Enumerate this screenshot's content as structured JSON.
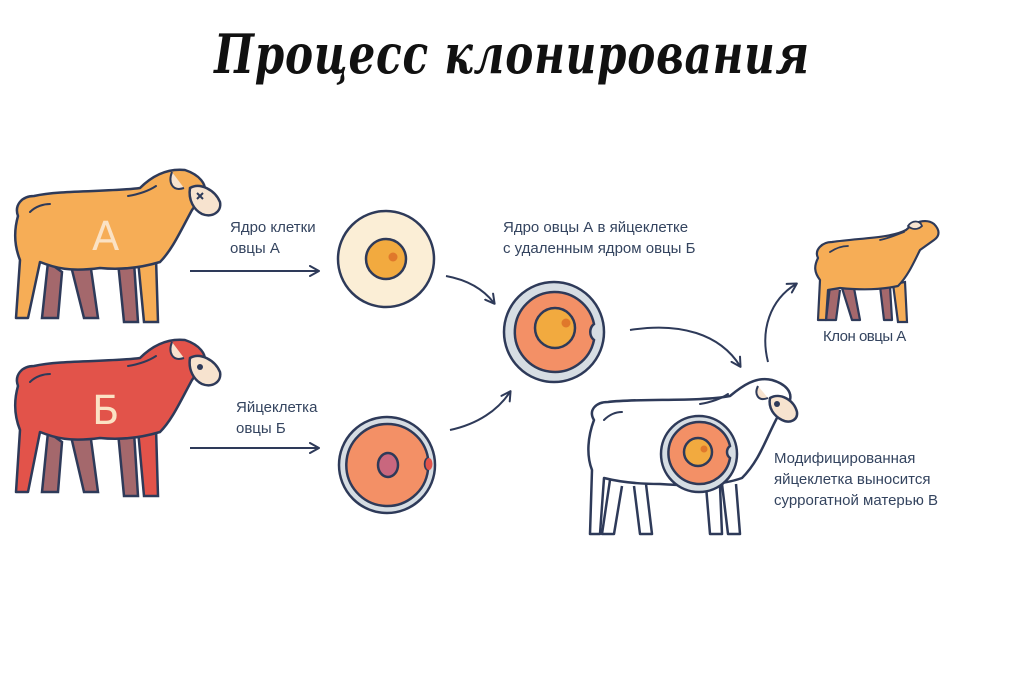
{
  "title": "Процесс клонирования",
  "colors": {
    "sheep_a": "#f6ad56",
    "sheep_b": "#e2534a",
    "legs": "#a4686c",
    "outline": "#2e3a59",
    "face": "#f7e3cf",
    "cell_outer_light": "#fbeed6",
    "nucleus": "#f2aa3f",
    "nucleolus": "#e0782b",
    "cytoplasm": "#f39066",
    "zona": "#d6dde3",
    "egg_nucleus": "#c9677e"
  },
  "sheep_a": {
    "letter": "А"
  },
  "sheep_b": {
    "letter": "Б"
  },
  "labels": {
    "nucleus_a": [
      "Ядро клетки",
      "овцы А"
    ],
    "egg_b": [
      "Яйцеклетка",
      "овцы Б"
    ],
    "combined": [
      "Ядро овцы А в яйцеклетке",
      "с удаленным ядром овцы Б"
    ],
    "clone": [
      "Клон овцы А"
    ],
    "surrogate": [
      "Модифицированная",
      "яйцеклетка выносится",
      "суррогатной матерью В"
    ]
  }
}
